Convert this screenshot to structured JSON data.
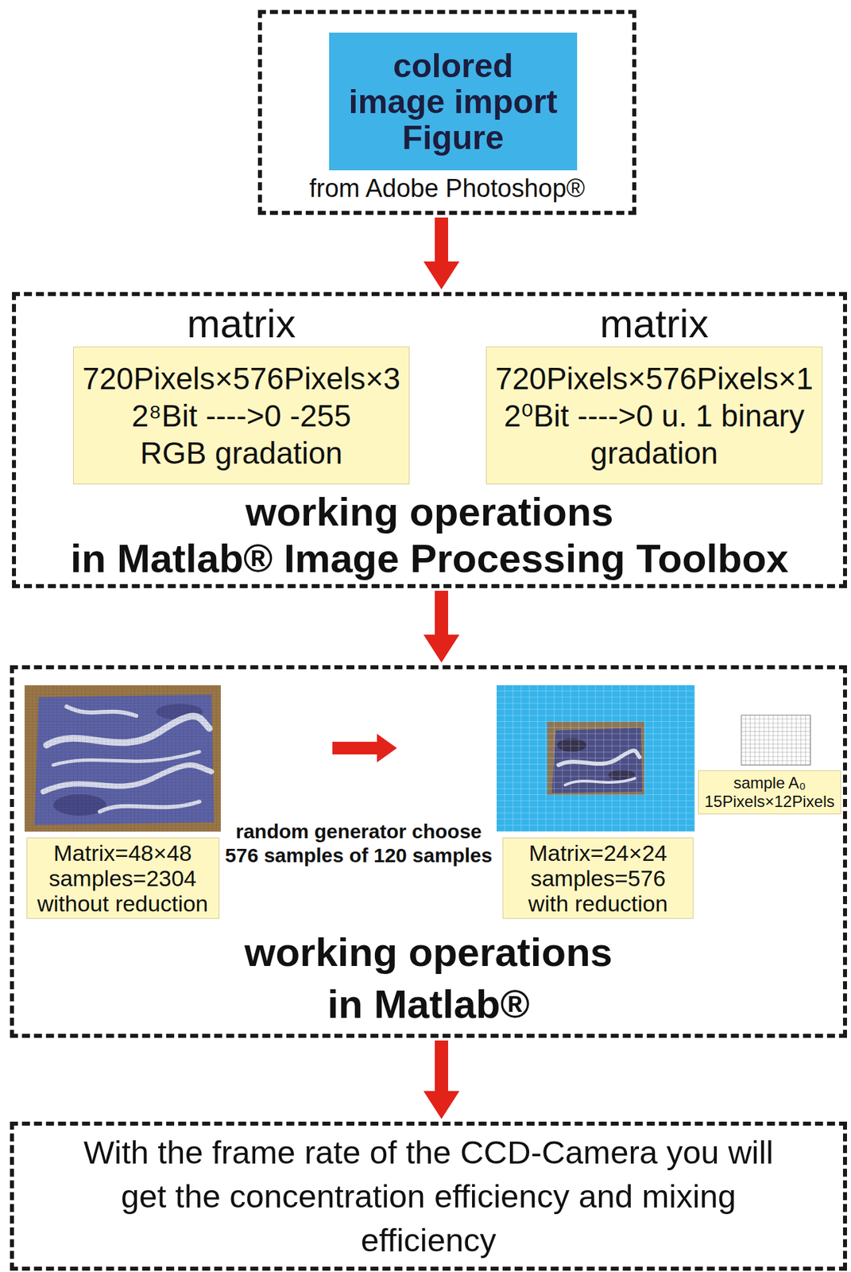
{
  "diagram": {
    "nodes": [
      {
        "text": [
          "from Adobe Photoshop®"
        ]
      },
      {
        "text": [
          "colored image import Figure"
        ],
        "in": 0
      },
      {
        "text": [
          "working operations",
          "in Matlab® Image Processing Toolbox"
        ]
      },
      {
        "text": [
          "matrix",
          "720Pixels×576Pixels×3",
          "2⁸Bit ---->0 -255",
          "RGB gradation"
        ],
        "in": 2
      },
      {
        "text": [
          "matrix",
          "720Pixels×576Pixels×1",
          "2⁰Bit ---->0 u. 1 binary",
          "gradation"
        ],
        "in": 2
      },
      {
        "text": [
          "working operations",
          "in Matlab®"
        ]
      },
      {
        "text": [
          "Matrix=48×48 samples=2304 without reduction"
        ],
        "in": 5
      },
      {
        "text": [
          "Matrix=24×24 samples=576 with reduction"
        ],
        "in": 5
      },
      {
        "text": [
          "sample A₀ 15Pixels×12Pixels"
        ],
        "in": 5
      },
      {
        "text": [
          "With the frame rate of the CCD-Camera you will get the concentration efficiency and mixing efficiency"
        ]
      }
    ],
    "edges": [
      {
        "from": 0,
        "to": 2,
        "arrow": "to"
      },
      {
        "from": 2,
        "to": 5,
        "arrow": "to"
      },
      {
        "from": 5,
        "to": 9,
        "arrow": "to"
      }
    ],
    "labels": [
      "random generator choose 576 samples of 120 samples"
    ]
  }
}
